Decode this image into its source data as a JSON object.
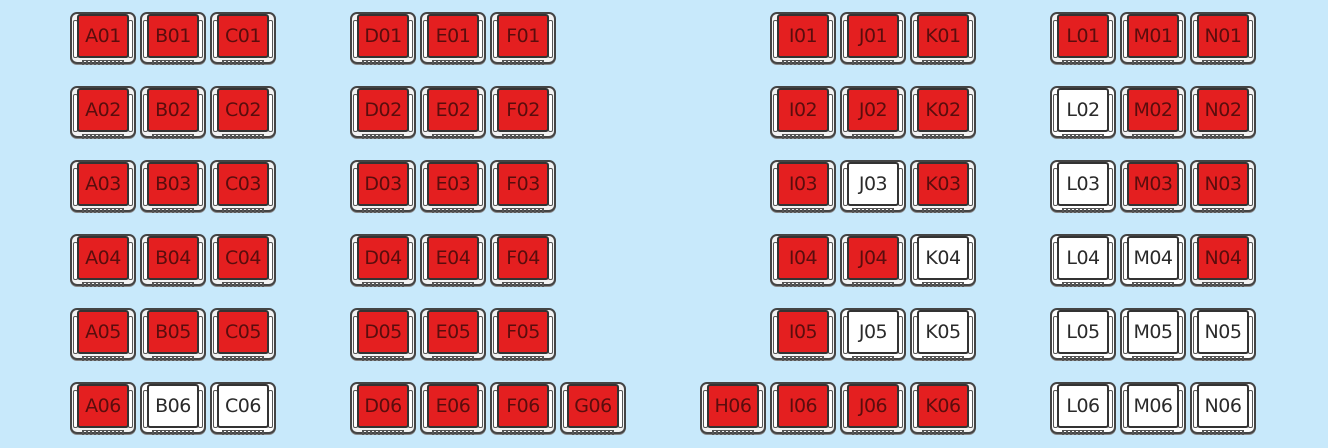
{
  "theme": {
    "background": "#c8e9fb",
    "taken_color": "#e41f20",
    "available_color": "#ffffff"
  },
  "rows": [
    [
      {
        "id": "A01",
        "taken": true
      },
      {
        "id": "B01",
        "taken": true
      },
      {
        "id": "C01",
        "taken": true
      },
      {
        "id": "D01",
        "taken": true
      },
      {
        "id": "E01",
        "taken": true
      },
      {
        "id": "F01",
        "taken": true
      },
      {
        "id": "I01",
        "taken": true
      },
      {
        "id": "J01",
        "taken": true
      },
      {
        "id": "K01",
        "taken": true
      },
      {
        "id": "L01",
        "taken": true
      },
      {
        "id": "M01",
        "taken": true
      },
      {
        "id": "N01",
        "taken": true
      }
    ],
    [
      {
        "id": "A02",
        "taken": true
      },
      {
        "id": "B02",
        "taken": true
      },
      {
        "id": "C02",
        "taken": true
      },
      {
        "id": "D02",
        "taken": true
      },
      {
        "id": "E02",
        "taken": true
      },
      {
        "id": "F02",
        "taken": true
      },
      {
        "id": "I02",
        "taken": true
      },
      {
        "id": "J02",
        "taken": true
      },
      {
        "id": "K02",
        "taken": true
      },
      {
        "id": "L02",
        "taken": false
      },
      {
        "id": "M02",
        "taken": true
      },
      {
        "id": "N02",
        "taken": true
      }
    ],
    [
      {
        "id": "A03",
        "taken": true
      },
      {
        "id": "B03",
        "taken": true
      },
      {
        "id": "C03",
        "taken": true
      },
      {
        "id": "D03",
        "taken": true
      },
      {
        "id": "E03",
        "taken": true
      },
      {
        "id": "F03",
        "taken": true
      },
      {
        "id": "I03",
        "taken": true
      },
      {
        "id": "J03",
        "taken": false
      },
      {
        "id": "K03",
        "taken": true
      },
      {
        "id": "L03",
        "taken": false
      },
      {
        "id": "M03",
        "taken": true
      },
      {
        "id": "N03",
        "taken": true
      }
    ],
    [
      {
        "id": "A04",
        "taken": true
      },
      {
        "id": "B04",
        "taken": true
      },
      {
        "id": "C04",
        "taken": true
      },
      {
        "id": "D04",
        "taken": true
      },
      {
        "id": "E04",
        "taken": true
      },
      {
        "id": "F04",
        "taken": true
      },
      {
        "id": "I04",
        "taken": true
      },
      {
        "id": "J04",
        "taken": true
      },
      {
        "id": "K04",
        "taken": false
      },
      {
        "id": "L04",
        "taken": false
      },
      {
        "id": "M04",
        "taken": false
      },
      {
        "id": "N04",
        "taken": true
      }
    ],
    [
      {
        "id": "A05",
        "taken": true
      },
      {
        "id": "B05",
        "taken": true
      },
      {
        "id": "C05",
        "taken": true
      },
      {
        "id": "D05",
        "taken": true
      },
      {
        "id": "E05",
        "taken": true
      },
      {
        "id": "F05",
        "taken": true
      },
      {
        "id": "I05",
        "taken": true
      },
      {
        "id": "J05",
        "taken": false
      },
      {
        "id": "K05",
        "taken": false
      },
      {
        "id": "L05",
        "taken": false
      },
      {
        "id": "M05",
        "taken": false
      },
      {
        "id": "N05",
        "taken": false
      }
    ],
    [
      {
        "id": "A06",
        "taken": true
      },
      {
        "id": "B06",
        "taken": false
      },
      {
        "id": "C06",
        "taken": false
      },
      {
        "id": "D06",
        "taken": true
      },
      {
        "id": "E06",
        "taken": true
      },
      {
        "id": "F06",
        "taken": true
      },
      {
        "id": "G06",
        "taken": true
      },
      {
        "id": "H06",
        "taken": true
      },
      {
        "id": "I06",
        "taken": true
      },
      {
        "id": "J06",
        "taken": true
      },
      {
        "id": "K06",
        "taken": true
      },
      {
        "id": "L06",
        "taken": false
      },
      {
        "id": "M06",
        "taken": false
      },
      {
        "id": "N06",
        "taken": false
      }
    ]
  ]
}
